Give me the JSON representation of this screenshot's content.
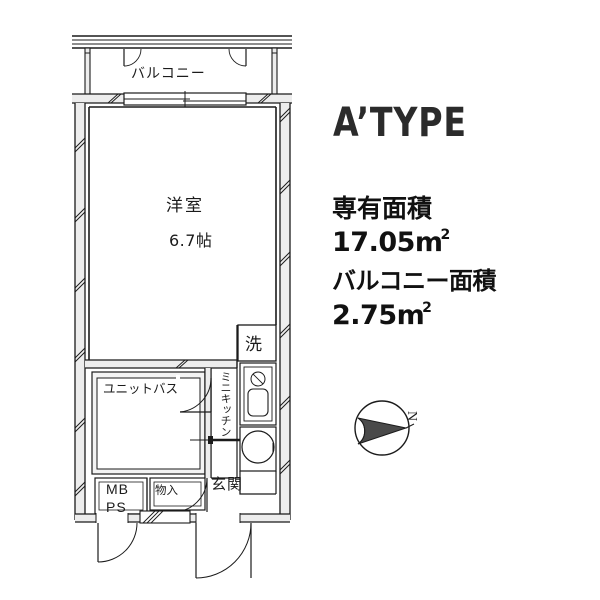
{
  "document": {
    "kind": "floor-plan",
    "background_color": "#ffffff",
    "line_color": "#1b1b1b",
    "wall_fill_color": "#ededed",
    "fixture_fill_color": "#ffffff"
  },
  "info_panel": {
    "type_title": "A’TYPE",
    "exclusive_area_label": "専有面積",
    "exclusive_area_value": "17.05",
    "exclusive_area_unit": "m",
    "exclusive_area_unit_sup": "2",
    "balcony_area_label": "バルコニー面積",
    "balcony_area_value": "2.75",
    "balcony_area_unit": "m",
    "balcony_area_unit_sup": "2"
  },
  "compass": {
    "label": "N",
    "needle_direction": "west-left",
    "icon": "compass-rose-icon"
  },
  "plan_labels": {
    "balcony": "バルコニー",
    "room_name": "洋室",
    "room_size": "6.7帖",
    "unit_bath": "ユニットバス",
    "washer": "洗",
    "mini_kitchen": "ミニキッチン",
    "entrance": "玄関",
    "closet": "物入",
    "meter_box": "MB",
    "pipe_shaft": "PS"
  },
  "fixtures": [
    {
      "name": "sink",
      "icon": "sink-icon"
    },
    {
      "name": "faucet",
      "icon": "faucet-icon"
    },
    {
      "name": "toilet",
      "icon": "toilet-icon"
    },
    {
      "name": "bathtub",
      "icon": "bathtub-icon"
    }
  ],
  "doors": [
    {
      "name": "balcony-door-left",
      "swing": "arc"
    },
    {
      "name": "balcony-door-right",
      "swing": "arc"
    },
    {
      "name": "bath-door",
      "swing": "arc"
    },
    {
      "name": "closet-door",
      "swing": "arc"
    },
    {
      "name": "entrance-door",
      "swing": "arc"
    },
    {
      "name": "meter-box-door",
      "swing": "arc"
    }
  ],
  "windows": [
    {
      "name": "balcony-sliding-window",
      "type": "sliding"
    }
  ]
}
